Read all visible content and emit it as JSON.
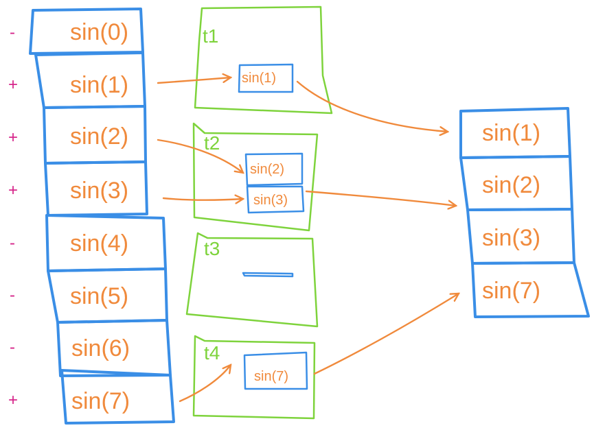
{
  "colors": {
    "blue": "#3a8ee6",
    "green": "#7ed33c",
    "orange": "#f08a3c",
    "magenta": "#d6258a"
  },
  "left_column": {
    "signs": [
      "-",
      "+",
      "+",
      "+",
      "-",
      "-",
      "-",
      "+"
    ],
    "cells": [
      "sin(0)",
      "sin(1)",
      "sin(2)",
      "sin(3)",
      "sin(4)",
      "sin(5)",
      "sin(6)",
      "sin(7)"
    ]
  },
  "threads": [
    {
      "label": "t1",
      "items": [
        "sin(1)"
      ]
    },
    {
      "label": "t2",
      "items": [
        "sin(2)",
        "sin(3)"
      ]
    },
    {
      "label": "t3",
      "items": []
    },
    {
      "label": "t4",
      "items": [
        "sin(7)"
      ]
    }
  ],
  "right_column": {
    "cells": [
      "sin(1)",
      "sin(2)",
      "sin(3)",
      "sin(7)"
    ]
  }
}
